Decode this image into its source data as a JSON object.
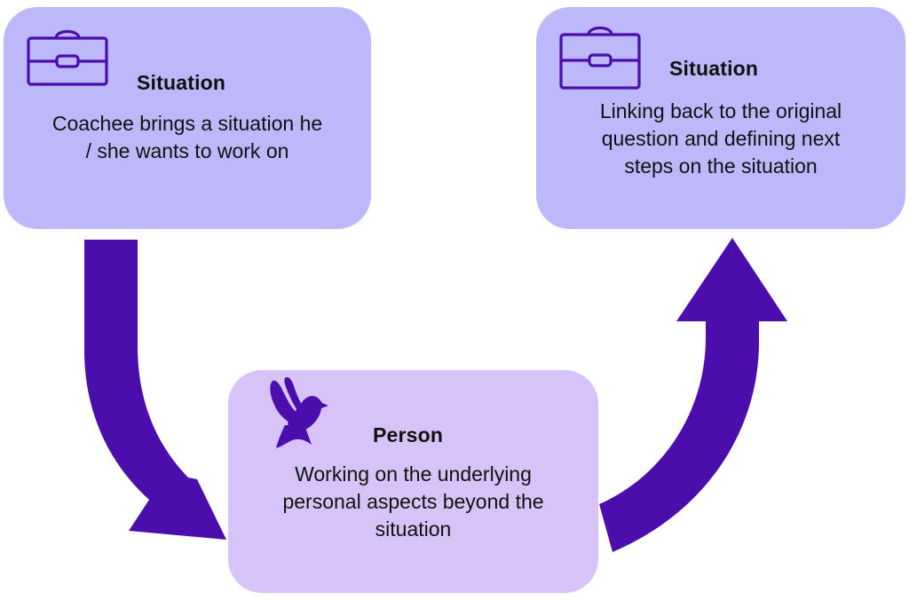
{
  "colors": {
    "situation_box": "#bdb8fa",
    "person_box": "#d7c3f7",
    "arrow": "#4b0ead",
    "icon": "#4b0ead",
    "text": "#111111"
  },
  "steps": [
    {
      "icon": "briefcase-icon",
      "title": "Situation",
      "description_lines": [
        "Coachee brings a situation he",
        "/ she wants to work on"
      ]
    },
    {
      "icon": "dove-icon",
      "title": "Person",
      "description_lines": [
        "Working on the underlying",
        "personal aspects beyond the",
        "situation"
      ]
    },
    {
      "icon": "briefcase-icon",
      "title": "Situation",
      "description_lines": [
        "Linking back to the original",
        "question and defining next",
        "steps on the situation"
      ]
    }
  ],
  "flow": [
    {
      "from": "Situation",
      "to": "Person",
      "direction": "down"
    },
    {
      "from": "Person",
      "to": "Situation",
      "direction": "up"
    }
  ]
}
